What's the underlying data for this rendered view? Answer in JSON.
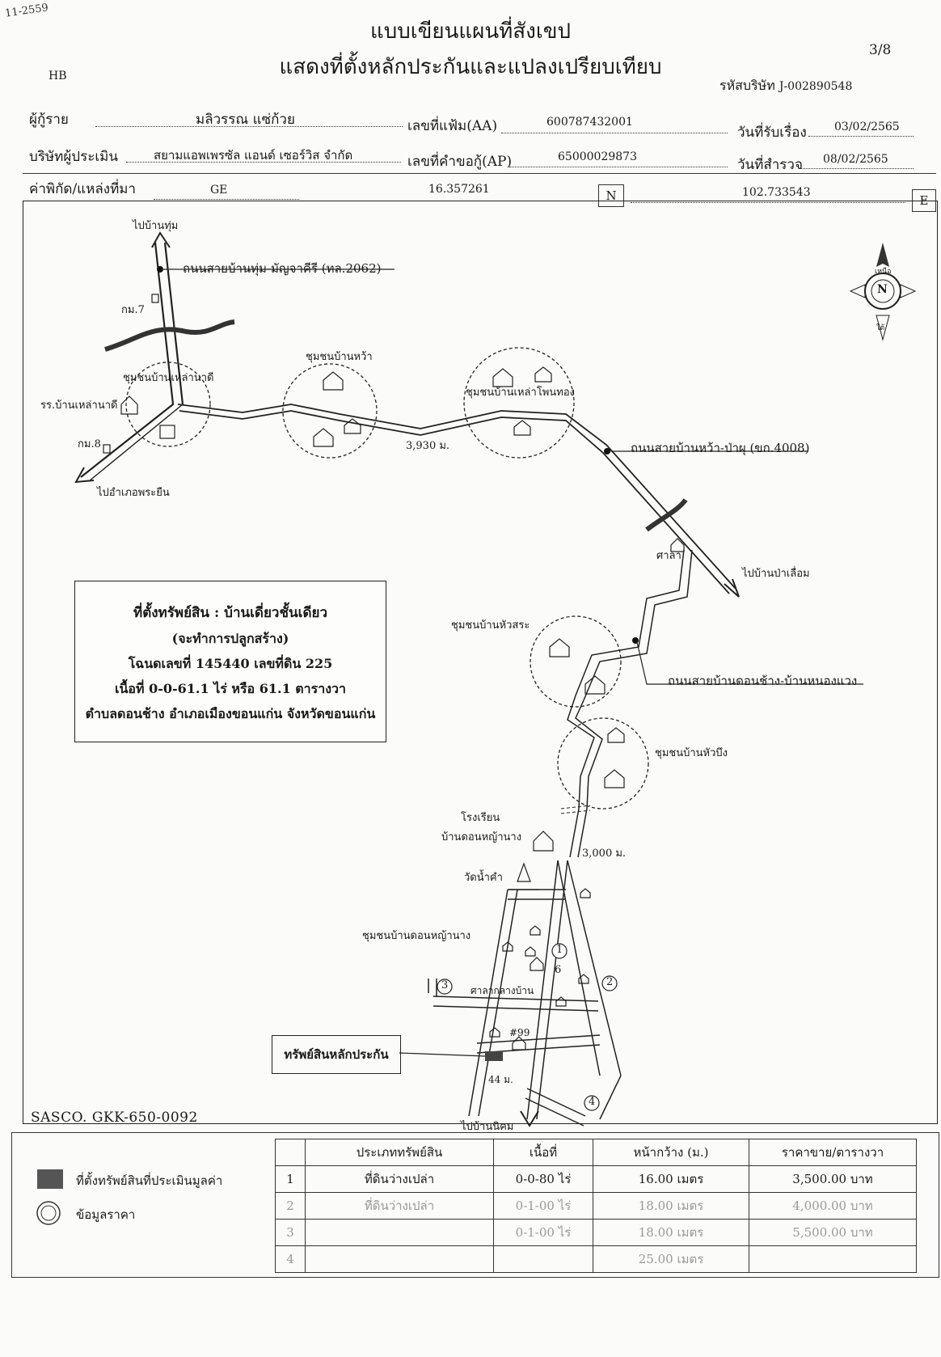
{
  "header": {
    "title_line1": "แบบเขียนแผนที่สังเขป",
    "title_line2": "แสดงที่ตั้งหลักประกันและแปลงเปรียบเทียบ",
    "page": "3/8",
    "company_code_label": "รหัสบริษัท",
    "company_code_value": "J-002890548",
    "corner_stamp": "11-2559",
    "corner_initials": "HB"
  },
  "fields": {
    "borrower_label": "ผู้กู้ราย",
    "borrower_value": "มลิวรรณ แซ่ก้วย",
    "file_no_label": "เลขที่แฟ้ม(AA)",
    "file_no_value": "600787432001",
    "received_label": "วันที่รับเรื่อง",
    "received_value": "03/02/2565",
    "appraiser_label": "บริษัทผู้ประเมิน",
    "appraiser_value": "สยามแอพเพรซัล แอนด์ เซอร์วิส จำกัด",
    "request_no_label": "เลขที่คำขอกู้(AP)",
    "request_no_value": "65000029873",
    "survey_label": "วันที่สำรวจ",
    "survey_value": "08/02/2565",
    "coord_label": "ค่าพิกัด/แหล่งที่มา",
    "coord_source": "GE",
    "lat": "16.357261",
    "lat_unit": "N",
    "lon": "102.733543",
    "lon_unit": "E"
  },
  "map": {
    "to_ban_thum": "ไปบ้านทุ่ม",
    "road_2062": "ถนนสายบ้านทุ่ม-มัญจาคีรี (ทล.2062)",
    "km7": "กม.7",
    "km8": "กม.8",
    "community_lao_na_di": "ชุมชนบ้านเหล่านาดี",
    "school_lao_na_di": "รร.บ้านเหล่านาดี",
    "to_phra_yuen": "ไปอำเภอพระยืน",
    "community_ban_wa": "ชุมชนบ้านหว้า",
    "community_phon_thong": "ชุมชนบ้านเหล่าโพนทอง",
    "dist_3930": "3,930 ม.",
    "road_4008": "ถนนสายบ้านหว้า-ป่าผุ (ขก.4008)",
    "sala": "ศาลา",
    "to_pa_luean": "ไปบ้านป่าเลื่อม",
    "community_hua_sra": "ชุมชนบ้านหัวสระ",
    "road_don_chang": "ถนนสายบ้านดอนช้าง-บ้านหนองแวง",
    "community_hua_bueng": "ชุมชนบ้านหัวบึง",
    "school_don_ya_nang_1": "โรงเรียน",
    "school_don_ya_nang_2": "บ้านดอนหญ้านาง",
    "dist_3000": "3,000 ม.",
    "temple": "วัดน้ำคำ",
    "community_don_ya_nang": "ชุมชนบ้านดอนหญ้านาง",
    "sala_klang_ban": "ศาลากลางบ้าน",
    "house_no": "#99",
    "dist_44": "44 ม.",
    "to_ban_nikhom": "ไปบ้านนิคม",
    "collateral_label": "ทรัพย์สินหลักประกัน",
    "compass_n": "N",
    "compass_top": "เหนือ",
    "compass_bottom": "ใต้",
    "marker_1": "1",
    "marker_2": "2",
    "marker_3": "3",
    "marker_4": "4",
    "marker_6": "6"
  },
  "property_box": {
    "line1": "ที่ตั้งทรัพย์สิน : บ้านเดี่ยวชั้นเดียว",
    "line2": "(จะทำการปลูกสร้าง)",
    "line3": "โฉนดเลขที่  145440  เลขที่ดิน 225",
    "line4": "เนื้อที่ 0-0-61.1 ไร่ หรือ 61.1 ตารางวา",
    "line5": "ตำบลดอนช้าง  อำเภอเมืองขอนแก่น  จังหวัดขอนแก่น"
  },
  "footer": {
    "sasco": "SASCO. GKK-650-0092",
    "legend_appraised": "ที่ตั้งทรัพย์สินที่ประเมินมูลค่า",
    "legend_market": "ข้อมูลราคา",
    "table_headers": [
      "ประเภททรัพย์สิน",
      "เนื้อที่",
      "หน้ากว้าง (ม.)",
      "ราคาขาย/ตารางวา"
    ],
    "rows": [
      {
        "no": "1",
        "type": "ที่ดินว่างเปล่า",
        "area": "0-0-80 ไร่",
        "width": "16.00 เมตร",
        "price": "3,500.00 บาท"
      },
      {
        "no": "2",
        "type": "ที่ดินว่างเปล่า",
        "area": "0-1-00 ไร่",
        "width": "18.00 เมตร",
        "price": "4,000.00 บาท"
      },
      {
        "no": "3",
        "type": "",
        "area": "0-1-00 ไร่",
        "width": "18.00 เมตร",
        "price": "5,500.00 บาท"
      },
      {
        "no": "4",
        "type": "",
        "area": "",
        "width": "25.00 เมตร",
        "price": ""
      }
    ]
  }
}
